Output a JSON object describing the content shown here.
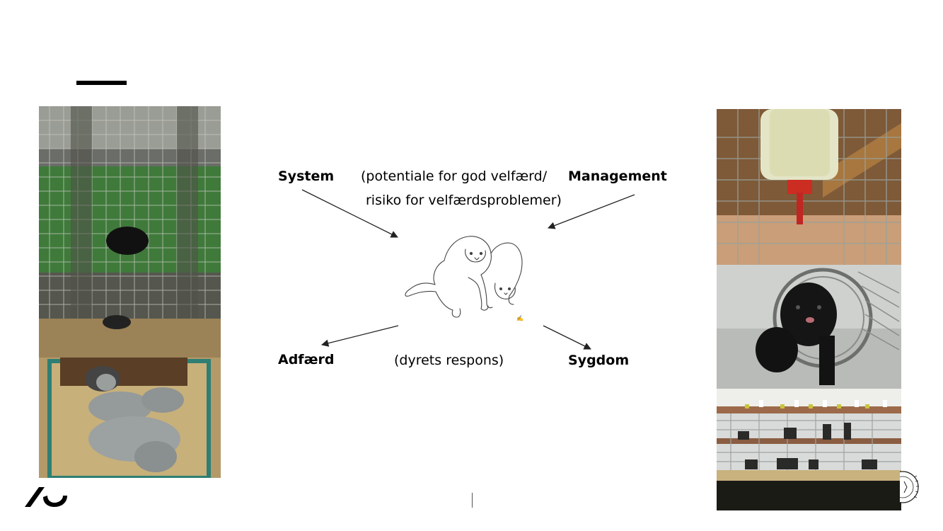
{
  "slide": {
    "labels": {
      "system": "System",
      "potential_line1": "(potentiale for god velfærd/",
      "potential_line2": "risiko for velfærdsproblemer)",
      "management": "Management",
      "behaviour": "Adfærd",
      "response": "(dyrets respons)",
      "disease": "Sygdom"
    },
    "photos": {
      "left_top": "mink-cage-photo",
      "left_bottom": "mink-nest-kits-photo",
      "right_top": "water-bottle-photo",
      "right_middle": "mink-in-tube-photo",
      "right_bottom": "mink-farm-rows-photo"
    },
    "icons": {
      "center": "mink-drawing-icon",
      "logo": "university-logo-icon",
      "seal": "university-seal-icon"
    },
    "colors": {
      "title_bar": "#000000",
      "text": "#000000"
    }
  }
}
